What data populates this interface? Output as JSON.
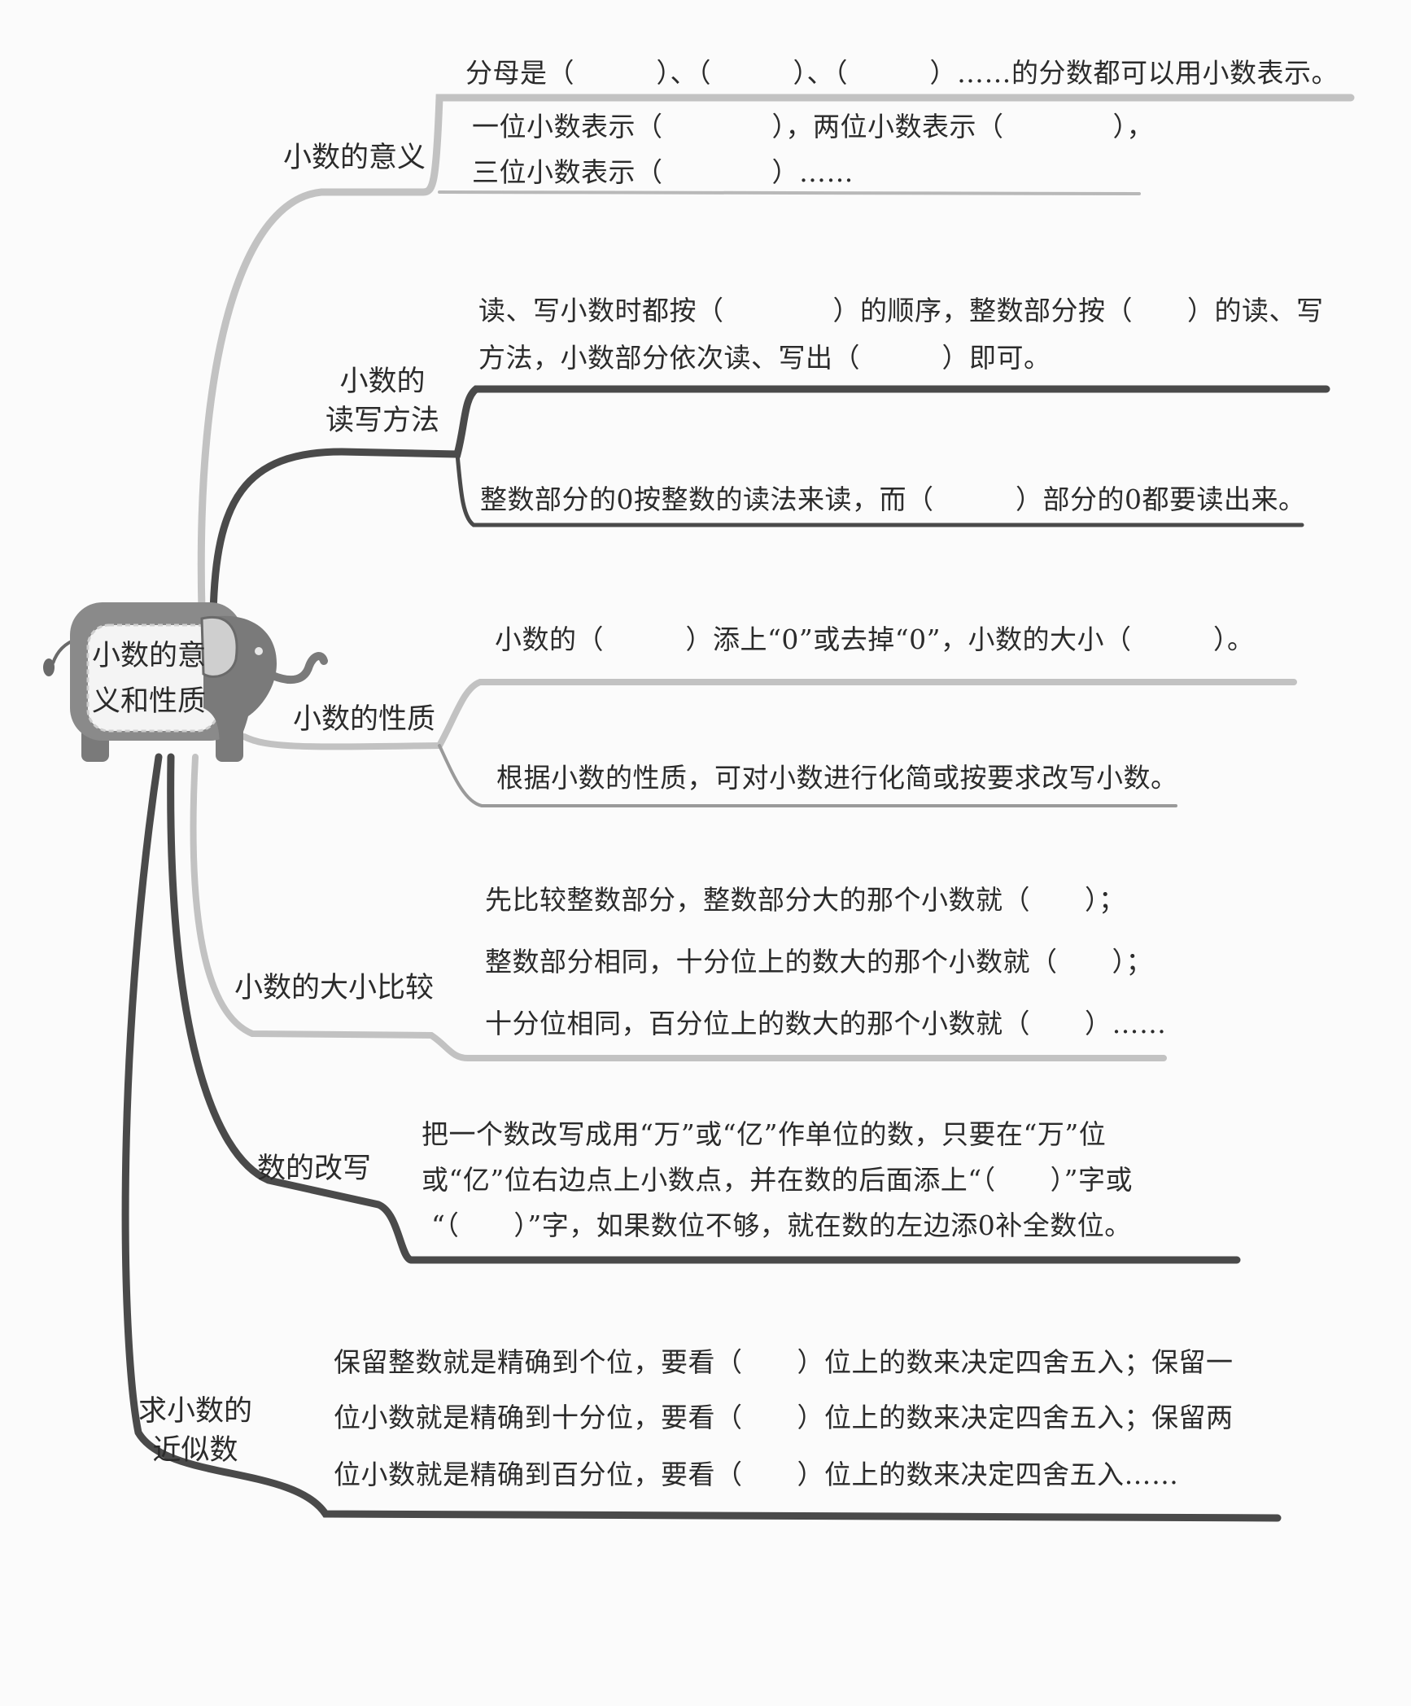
{
  "center": {
    "line1": "小数的意",
    "line2": "义和性质"
  },
  "branches": [
    {
      "label_lines": [
        "小数的意义"
      ],
      "lines": [
        "分母是（　　　）、（　　　）、（　　　）……的分数都可以用小数表示。",
        "一位小数表示（　　　　），两位小数表示（　　　　），",
        "三位小数表示（　　　　）……"
      ]
    },
    {
      "label_lines": [
        "小数的",
        "读写方法"
      ],
      "lines": [
        "读、写小数时都按（　　　　）的顺序，整数部分按（　　）的读、写",
        "方法，小数部分依次读、写出（　　　）即可。",
        "整数部分的0按整数的读法来读，而（　　　）部分的0都要读出来。"
      ]
    },
    {
      "label_lines": [
        "小数的性质"
      ],
      "lines": [
        "小数的（　　　）添上“0”或去掉“0”，小数的大小（　　　）。",
        "根据小数的性质，可对小数进行化简或按要求改写小数。"
      ]
    },
    {
      "label_lines": [
        "小数的大小比较"
      ],
      "lines": [
        "先比较整数部分，整数部分大的那个小数就（　　）；",
        "整数部分相同，十分位上的数大的那个小数就（　　）；",
        "十分位相同，百分位上的数大的那个小数就（　　）……"
      ]
    },
    {
      "label_lines": [
        "数的改写"
      ],
      "lines": [
        "把一个数改写成用“万”或“亿”作单位的数，只要在“万”位",
        "或“亿”位右边点上小数点，并在数的后面添上“（　　）”字或",
        "“（　　）”字，如果数位不够，就在数的左边添0补全数位。"
      ]
    },
    {
      "label_lines": [
        "求小数的",
        "近似数"
      ],
      "lines": [
        "保留整数就是精确到个位，要看（　　）位上的数来决定四舍五入；保留一",
        "位小数就是精确到十分位，要看（　　）位上的数来决定四舍五入；保留两",
        "位小数就是精确到百分位，要看（　　）位上的数来决定四舍五入……"
      ]
    }
  ],
  "colors": {
    "branch_light": "#c2c2c2",
    "branch_dark": "#4a4a4a",
    "elephant": "#8a8a8a",
    "elephant_dark": "#5a5a5a",
    "text": "#2b2b2b"
  }
}
